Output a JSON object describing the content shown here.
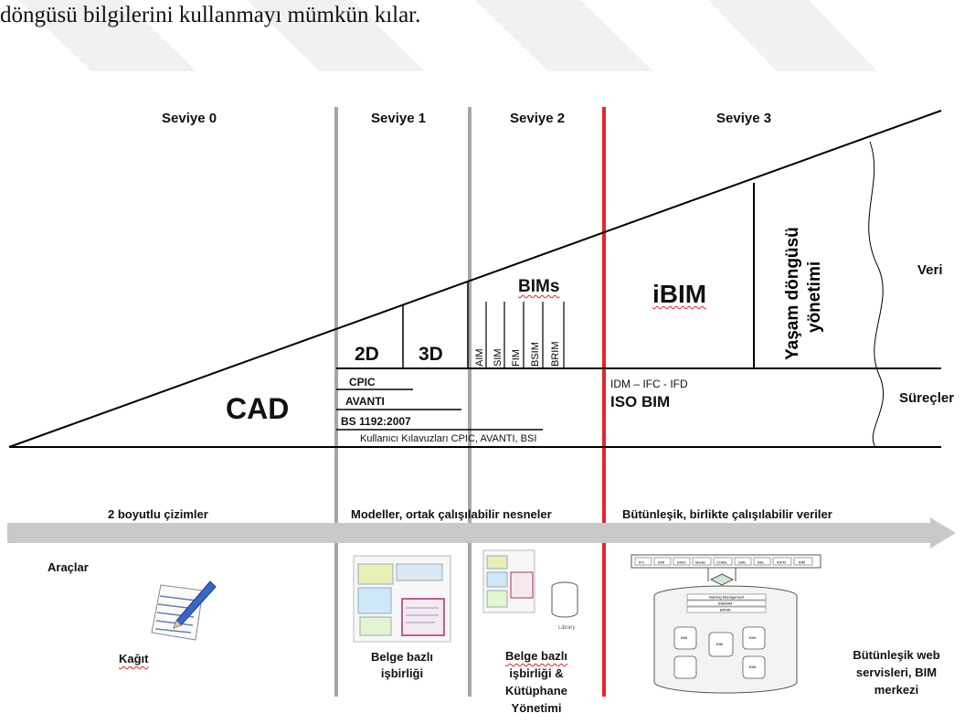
{
  "intro_text": "döngüsü bilgilerini kullanmayı mümkün kılar.",
  "levels": {
    "l0": "Seviye 0",
    "l1": "Seviye 1",
    "l2": "Seviye 2",
    "l3": "Seviye 3"
  },
  "labels": {
    "cad": "CAD",
    "d2": "2D",
    "d3": "3D",
    "bims": "BIMs",
    "ibim": "iBIM",
    "lifecycle_line1": "Yaşam döngüsü",
    "lifecycle_line2": "yönetimi",
    "veri": "Veri",
    "surecler": "Süreçler",
    "sub_models": [
      "AIM",
      "SIM",
      "FIM",
      "BSIM",
      "BRIM"
    ],
    "cpic": "CPIC",
    "avanti": "AVANTI",
    "bs1192": "BS 1192:2007",
    "user_guides": "Kullanıcı Kılavuzları CPIC, AVANTI, BSI",
    "idm": "IDM – IFC - IFD",
    "isobim": "ISO BIM"
  },
  "arrow_labels": {
    "a0": "2 boyutlu çizimler",
    "a1": "Modeller, ortak çalışılabilir nesneler",
    "a2": "Bütünleşik, birlikte çalışılabilir veriler"
  },
  "tools": {
    "title": "Araçlar",
    "paper": "Kağıt",
    "doc1_line1": "Belge bazlı",
    "doc1_line2": "işbirliği",
    "doc2_line1": "Belge bazlı",
    "doc2_line2": "işbirliği &",
    "doc2_line3": "Kütüphane",
    "doc2_line4": "Yönetimi",
    "web_line1": "Bütünleşik web",
    "web_line2": "servisleri, BIM",
    "web_line3": "merkezi",
    "library_label": "Library",
    "server_tabs": [
      "IFC",
      "IDM",
      "DWG",
      "Model",
      "COBie",
      "GML",
      "BSL",
      "IDFM",
      "BIM"
    ],
    "server_rows": [
      "Naming Management",
      "BIM/BIM",
      "BPMN"
    ],
    "server_drums": [
      "BIM",
      "",
      "BIM",
      "BIM",
      "",
      "BIM"
    ]
  },
  "colors": {
    "level3_divider": "#e4262b",
    "level_divider": "#a6a6a6",
    "arrow": "#c9c9c9",
    "watermark": "#f1f1f1"
  }
}
